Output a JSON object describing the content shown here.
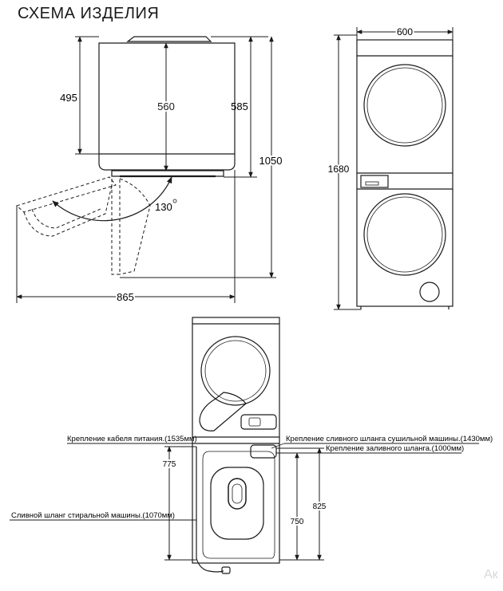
{
  "title": "СХЕМА ИЗДЕЛИЯ",
  "side_view": {
    "height_body": "495",
    "depth_door_closed": "560",
    "depth_total": "585",
    "height_door_open": "1050",
    "door_angle": "130",
    "depth_door_open": "865"
  },
  "front_view": {
    "width": "600",
    "height": "1680"
  },
  "rear_view": {
    "power_cable": "Крепление кабеля питания.(1535мм)",
    "dryer_drain": "Крепление сливного шланга сушильной машины.(1430мм)",
    "inlet_hose": "Крепление заливного шланга.(1000мм)",
    "washer_drain": "Сливной шланг стиральной машины.(1070мм)",
    "dim_775": "775",
    "dim_825": "825",
    "dim_750": "750"
  },
  "watermark": "Ак"
}
